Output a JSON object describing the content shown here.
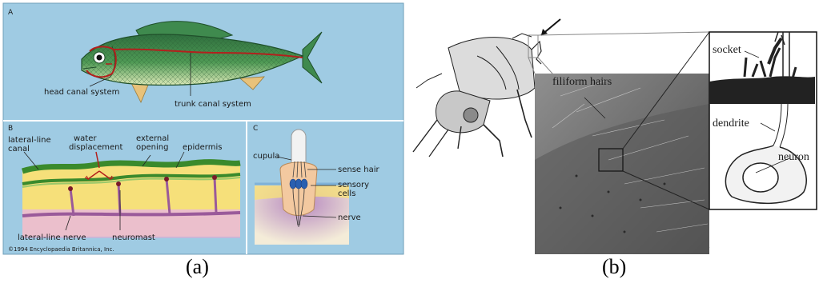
{
  "panel_a": {
    "section_a": "A",
    "section_b": "B",
    "section_c": "C",
    "head_canal": "head canal system",
    "trunk_canal": "trunk canal system",
    "lateral_line_canal_1": "lateral-line",
    "lateral_line_canal_2": "canal",
    "water_disp_1": "water",
    "water_disp_2": "displacement",
    "external_opening_1": "external",
    "external_opening_2": "opening",
    "epidermis": "epidermis",
    "lateral_line_nerve": "lateral-line nerve",
    "neuromast": "neuromast",
    "copyright": "©1994 Encyclopaedia Britannica, Inc.",
    "cupula": "cupula",
    "sense_hair": "sense hair",
    "sensory_cells_1": "sensory",
    "sensory_cells_2": "cells",
    "nerve": "nerve",
    "caption": "(a)"
  },
  "panel_b": {
    "filiform_hairs": "filiform hairs",
    "socket": "socket",
    "dendrite": "dendrite",
    "neuron": "neuron",
    "caption": "(b)"
  },
  "colors": {
    "panel_bg": "#9fcbe3",
    "fish_green": "#3f8a4e",
    "canal_red": "#b3201d",
    "epidermis_green": "#3a8a2c",
    "tissue_yellow": "#f6e07a",
    "nerve_purple": "#9a5a9a",
    "sensory_blue": "#2a5fb0"
  }
}
